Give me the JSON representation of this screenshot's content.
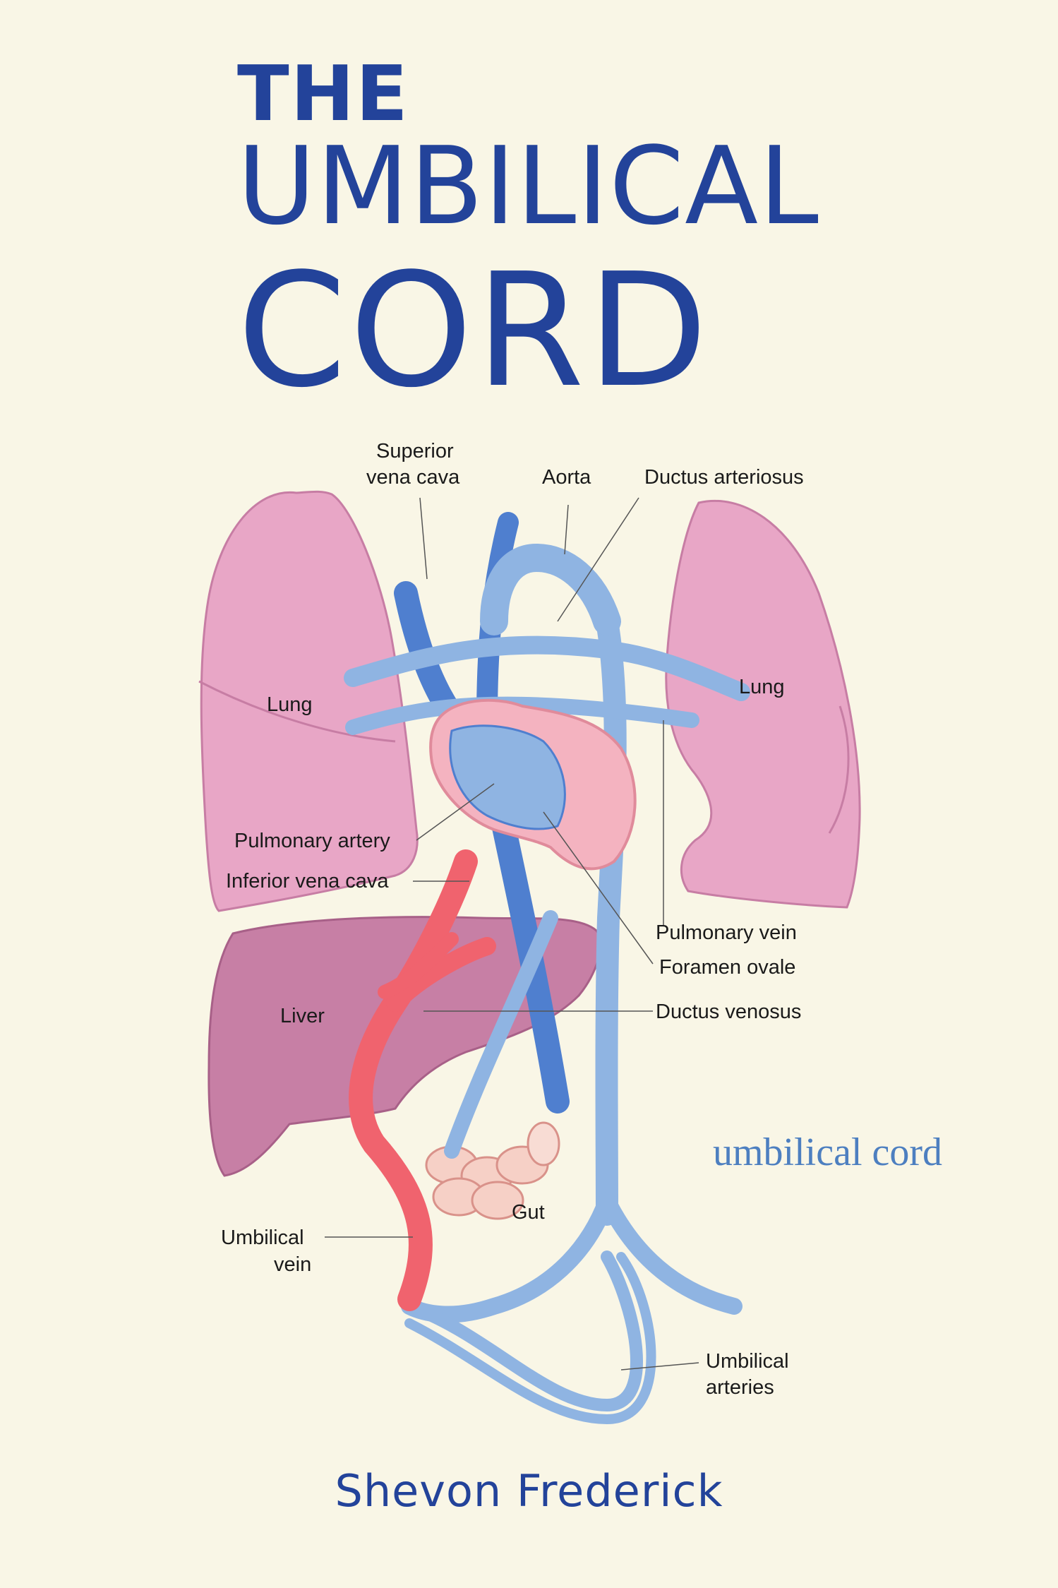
{
  "title": {
    "line1": "THE",
    "line2": "UMBILICAL",
    "line3": "CORD"
  },
  "author": "Shevon Frederick",
  "caption": "umbilical cord",
  "diagram": {
    "labels": {
      "superior_vena_cava_1": "Superior",
      "superior_vena_cava_2": "vena cava",
      "aorta": "Aorta",
      "ductus_arteriosus": "Ductus arteriosus",
      "lung_left": "Lung",
      "lung_right": "Lung",
      "pulmonary_artery": "Pulmonary artery",
      "inferior_vena_cava": "Inferior vena cava",
      "pulmonary_vein": "Pulmonary vein",
      "foramen_ovale": "Foramen ovale",
      "ductus_venosus": "Ductus venosus",
      "liver": "Liver",
      "gut": "Gut",
      "umbilical_vein_1": "Umbilical",
      "umbilical_vein_2": "vein",
      "umbilical_arteries_1": "Umbilical",
      "umbilical_arteries_2": "arteries"
    }
  },
  "colors": {
    "title": "#23439a",
    "background": "#f9f6e6",
    "lung": "#e8a6c6",
    "liver": "#c77fa5",
    "vein_blue": "#8fb4e2",
    "vein_dark": "#4f7fcf",
    "artery_red": "#f0636e",
    "caption": "#4d7fc0"
  }
}
